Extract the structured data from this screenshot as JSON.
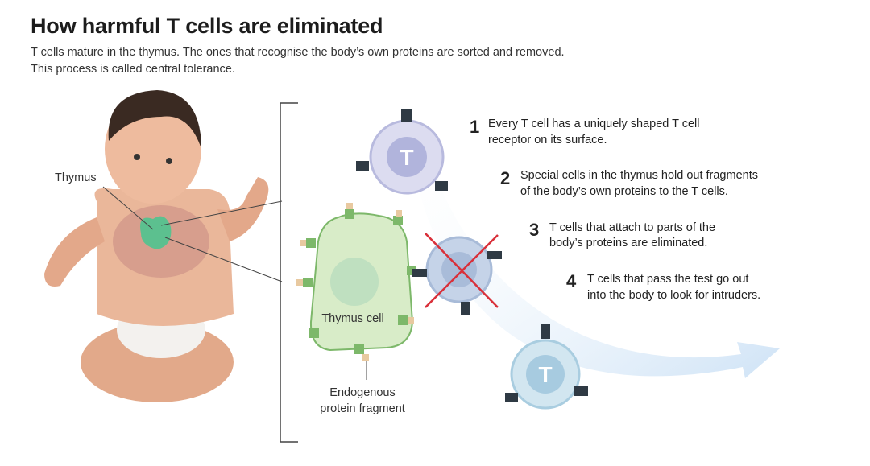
{
  "title": "How harmful T cells are eliminated",
  "subtitle": [
    "T cells mature in the thymus. The ones that recognise the body’s own proteins are sorted and removed.",
    "This process is called central tolerance."
  ],
  "labels": {
    "thymus": "Thymus",
    "thymus_cell": "Thymus cell",
    "fragment": [
      "Endogenous",
      "protein fragment"
    ],
    "t_letter": "T"
  },
  "steps": [
    {
      "num": "1",
      "lines": [
        "Every T cell has a uniquely shaped T cell",
        "receptor on its surface."
      ]
    },
    {
      "num": "2",
      "lines": [
        "Special cells in the thymus hold out fragments",
        "of the body’s own proteins to the T cells."
      ]
    },
    {
      "num": "3",
      "lines": [
        "T cells that attach to parts of the",
        "body’s proteins are eliminated."
      ]
    },
    {
      "num": "4",
      "lines": [
        "T cells that pass the test go out",
        "into the body to look for intruders."
      ]
    }
  ],
  "colors": {
    "skin": "#eab79a",
    "thymus": "#5cc08f",
    "cell_green": "#d8ecc8",
    "t_cell": "#c6c8e8",
    "x_red": "#d9303a",
    "arrow": "#dcebf8"
  }
}
